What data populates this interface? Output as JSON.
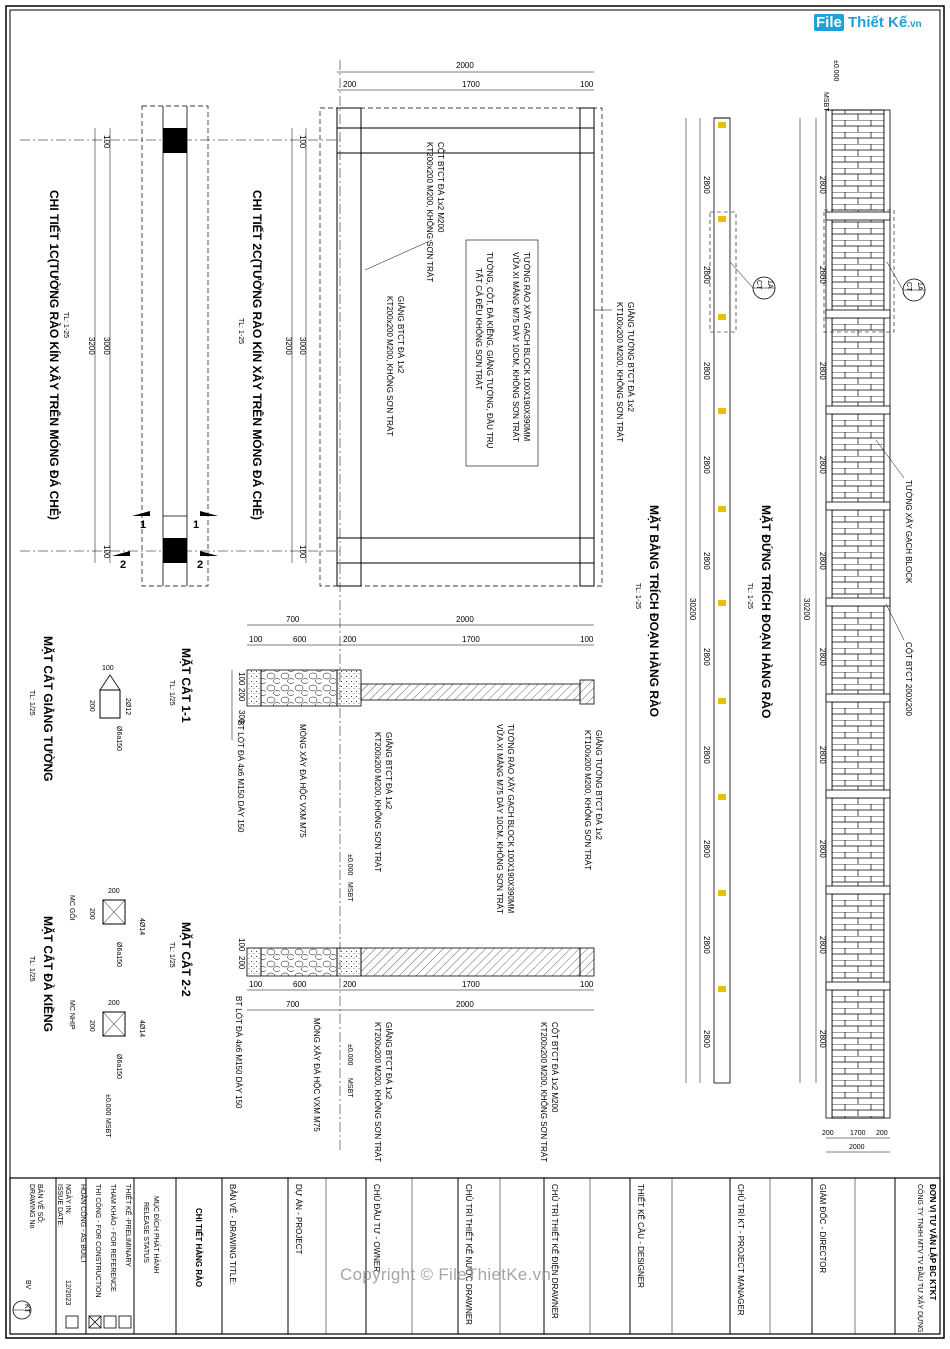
{
  "logo": {
    "prefix": "File",
    "name": "Thiết Kế",
    "suffix": ".vn"
  },
  "watermark": "Copyright © FileThietKe.vn",
  "details": {
    "d1_title": "CHI TIẾT 1C(TƯỜNG RÀO KÍN XÂY TRÊN MÓNG ĐÁ CHẺ)",
    "d1_scale": "TL: 1-25",
    "d2_title": "CHI TIẾT 2C(TƯỜNG RÀO KÍN XÂY TRÊN MÓNG ĐÁ CHẺ)",
    "d2_scale": "TL: 1-25",
    "dim_100": "100",
    "dim_3000": "3000",
    "dim_3200": "3200",
    "dim_2000": "2000",
    "dim_200": "200",
    "dim_1700": "1700",
    "dim_700": "700",
    "dim_600": "600",
    "dim_300": "300",
    "dim_2800": "2800",
    "dim_30200": "30200",
    "cut_1": "1",
    "cut_2": "2",
    "note_cot": "CỘT BTCT ĐÁ 1x2 M200",
    "note_cot2": "KT200x200 M200, KHÔNG SƠN TRÁT",
    "note_wall1": "TƯỜNG RÀO XÂY GẠCH BLOCK 100X190X390MM",
    "note_wall2": "VỮA XI MĂNG M75 DÀY 10CM, KHÔNG SƠN TRÁT",
    "note_wall3": "TƯỜNG, CỘT, ĐÀ KIỀNG, GIẰNG TƯỜNG, ĐẦU TRỤ",
    "note_wall4": "TẤT CẢ ĐỀU KHÔNG SƠN TRÁT",
    "note_giang": "GIẰNG BTCT ĐÁ 1x2",
    "note_giang2": "KT200x200 M200, KHÔNG SƠN TRÁT",
    "note_giangtuong": "GIẰNG TƯỜNG BTCT ĐÁ 1x2",
    "note_giangtuong2": "KT100x200 M200, KHÔNG SƠN TRÁT",
    "note_bt": "BT LÓT ĐÁ 4x6 M150 DÀY 150",
    "note_mong": "MÓNG XÂY ĐÁ HỘC VXM M75",
    "level": "±0.000",
    "msbt": "MSBT",
    "sec11": "MẶT CẮT 1-1",
    "sec22": "MẶT CẮT 2-2",
    "sec_scale": "TL: 1/25",
    "sec_giang": "MẶT CẮT GIẰNG TƯỜNG",
    "sec_giang_scale": "TL: 1/25",
    "sec_da": "MẶT CẮT ĐÀ KIỀNG",
    "sec_da_scale": "TL: 1/25",
    "mc_goi": "MC GỐI",
    "mc_nhip": "MC NHỊP",
    "rebar_2": "2Ø12",
    "rebar_4": "4Ø14",
    "stirrup": "Ø6a150",
    "plan_title": "MẶT BẰNG TRÍCH ĐOẠN HÀNG RÀO",
    "plan_scale": "TL: 1-25",
    "elev_title": "MẶT ĐỨNG TRÍCH ĐOẠN HÀNG RÀO",
    "elev_scale": "TL: 1-25",
    "tag_top": "1A",
    "tag_bot": "CT",
    "note_brick": "TƯỜNG XÂY GẠCH BLOCK",
    "note_col": "CỘT BTCT 200X200"
  },
  "titleblock": {
    "unit": "ĐƠN VỊ TƯ VẤN LẬP BC KTKT",
    "company": "CÔNG TY TNHH MTV TV ĐẦU TƯ XÂY DỰNG",
    "director": "GIÁM ĐỐC - DIRECTOR",
    "pm": "CHỦ TRÌ KT - PROJECT MANAGER",
    "designer": "THIẾT KẾ CẦU - DESIGNER",
    "drawner1": "CHỦ TRÌ THIẾT KẾ ĐIỆN DRAWNER",
    "drawner2": "CHỦ TRÌ THIẾT KẾ NƯỚC DRAWNER",
    "owner": "CHỦ ĐẦU TƯ - OWNER",
    "project": "DỰ ÁN - PROJECT",
    "drawing_title_label": "BẢN VẼ - DRAWING TITLE:",
    "drawing_title": "CHI TIẾT HÀNG RÀO",
    "release_label": "MỤC ĐÍCH PHÁT HÀNH",
    "release_label_en": "RELEASE STATUS",
    "status1": "THIẾT KẾ -PRELIMINARY",
    "status2": "THAM KHẢO - FOR REFERENCE",
    "status3": "THI CÔNG - FOR CONSTRUCTION",
    "status4": "HOÀN CÔNG - AS BUILT",
    "date_label": "NGÀY IN:",
    "date_label_en": "ISSUE DATE:",
    "date": "12/2023",
    "drawing_no_label": "BẢN VẼ SỐ:",
    "drawing_no_label_en": "DRAWING No",
    "drawing_no": "BV",
    "sheet_tag": "KT"
  }
}
